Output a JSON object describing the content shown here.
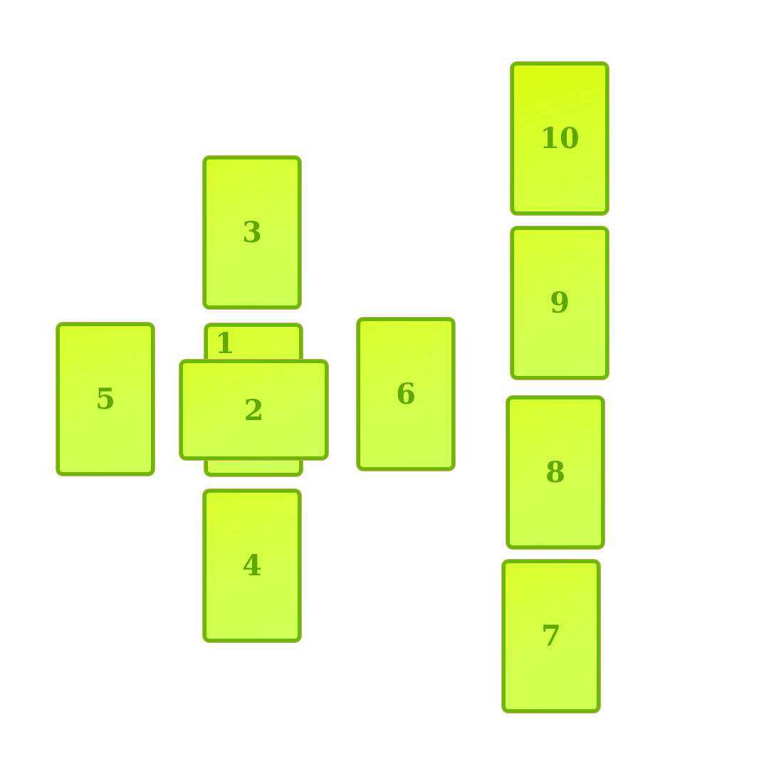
{
  "spread": {
    "cards": [
      {
        "id": "1",
        "label": "1"
      },
      {
        "id": "2",
        "label": "2"
      },
      {
        "id": "3",
        "label": "3"
      },
      {
        "id": "4",
        "label": "4"
      },
      {
        "id": "5",
        "label": "5"
      },
      {
        "id": "6",
        "label": "6"
      },
      {
        "id": "7",
        "label": "7"
      },
      {
        "id": "8",
        "label": "8"
      },
      {
        "id": "9",
        "label": "9"
      },
      {
        "id": "10",
        "label": "10"
      }
    ]
  },
  "colors": {
    "card_fill": "#d4ff45",
    "card_border": "#6bb800",
    "number_text": "#5fa800",
    "background": "#ffffff"
  }
}
